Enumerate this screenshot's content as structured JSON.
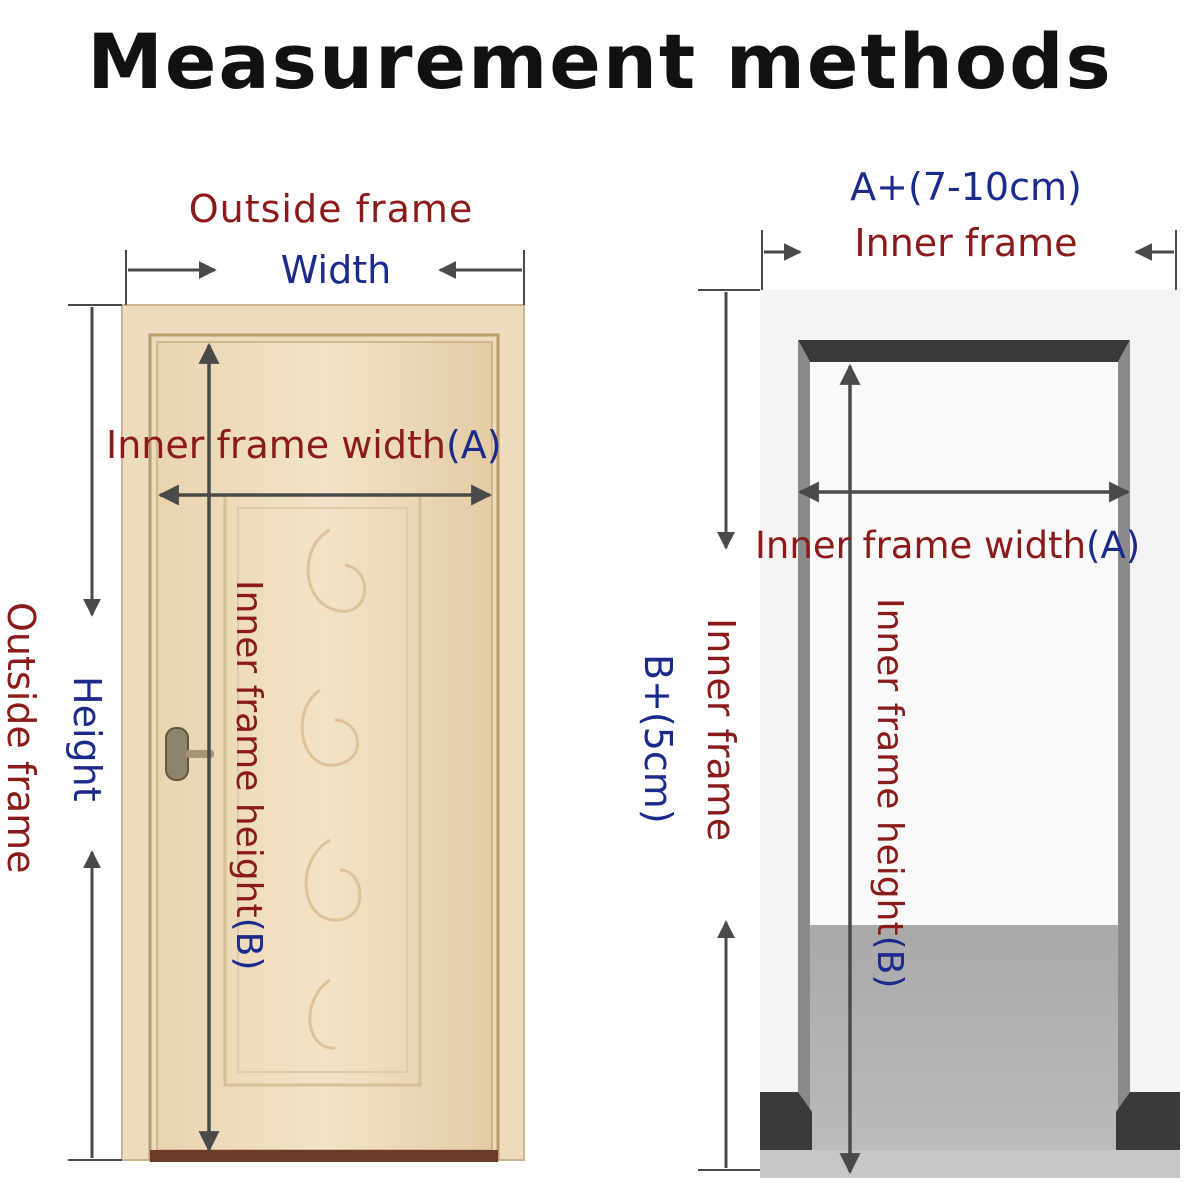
{
  "title": "Measurement methods",
  "left_diagram": {
    "outside_frame_top": "Outside frame",
    "width": "Width",
    "inner_frame_width": "Inner frame width",
    "inner_frame_width_letter": "(A)",
    "inner_frame_height": "Inner frame height",
    "inner_frame_height_letter": "(B)",
    "outside_frame_side": "Outside frame",
    "height": "Height"
  },
  "right_diagram": {
    "a_formula": "A+(7-10cm)",
    "inner_frame_top": "Inner frame",
    "inner_frame_width": "Inner frame width",
    "inner_frame_width_letter": "(A)",
    "inner_frame_side": "Inner frame",
    "b_formula": "B+(5cm)",
    "inner_frame_height": "Inner frame height",
    "inner_frame_height_letter": "(B)"
  },
  "colors": {
    "dark_red": "#8b1a1a",
    "navy": "#1c2a8c",
    "arrow_gray": "#4a4a4a",
    "wood": "#ead8b8",
    "frame_dark": "#3a3a3a"
  },
  "icons": [
    "door-handle-icon"
  ]
}
